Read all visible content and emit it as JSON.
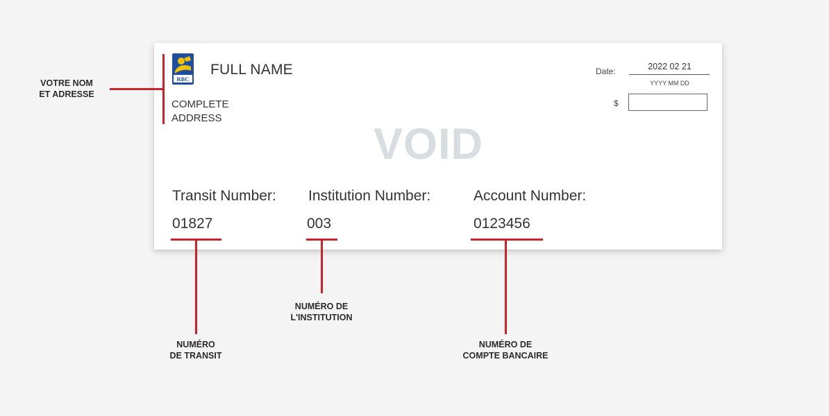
{
  "cheque": {
    "logo_text": "RBC",
    "full_name": "FULL NAME",
    "address_line1": "COMPLETE",
    "address_line2": "ADDRESS",
    "date_label": "Date:",
    "date_value": "2022 02 21",
    "date_format": "YYYY MM DD",
    "dollar_sign": "$",
    "watermark": "VOID",
    "fields": {
      "transit": {
        "label": "Transit Number:",
        "value": "01827"
      },
      "institution": {
        "label": "Institution Number:",
        "value": "003"
      },
      "account": {
        "label": "Account Number:",
        "value": "0123456"
      }
    }
  },
  "annotations": {
    "name_address": {
      "line1": "VOTRE NOM",
      "line2": "ET ADRESSE"
    },
    "transit": {
      "line1": "NUMÉRO",
      "line2": "DE TRANSIT"
    },
    "institution": {
      "line1": "NUMÉRO DE",
      "line2": "L'INSTITUTION"
    },
    "account": {
      "line1": "NUMÉRO DE",
      "line2": "COMPTE BANCAIRE"
    }
  },
  "colors": {
    "annotation_red": "#c8232c",
    "logo_blue": "#1f4ea1",
    "logo_gold": "#f2c200",
    "void_gray": "#d7dde0"
  }
}
